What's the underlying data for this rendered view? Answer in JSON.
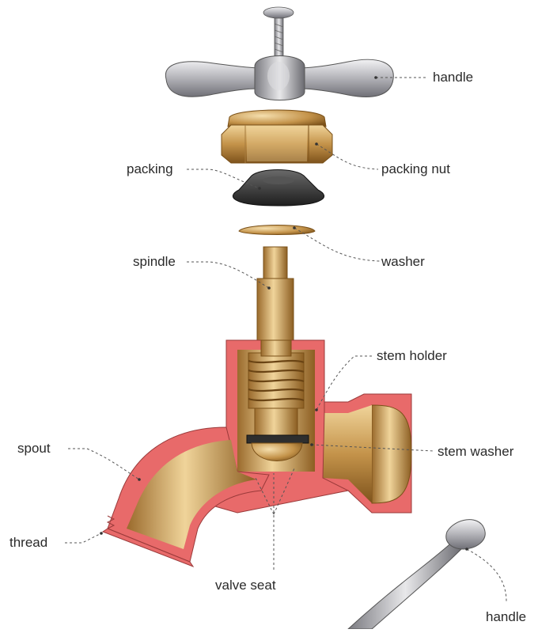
{
  "labels": {
    "handle_top": "handle",
    "packing": "packing",
    "packing_nut": "packing nut",
    "washer": "washer",
    "spindle": "spindle",
    "stem_holder": "stem holder",
    "spout": "spout",
    "stem_washer": "stem washer",
    "thread": "thread",
    "valve_seat": "valve seat",
    "handle_bottom": "handle"
  },
  "colors": {
    "brass": "#c4934a",
    "brass_dark": "#8c5e22",
    "brass_light": "#e8c98c",
    "cutaway": "#e86a6a",
    "chrome": "#b8b8bc",
    "rubber": "#3a3a3a",
    "leader": "#555555"
  }
}
